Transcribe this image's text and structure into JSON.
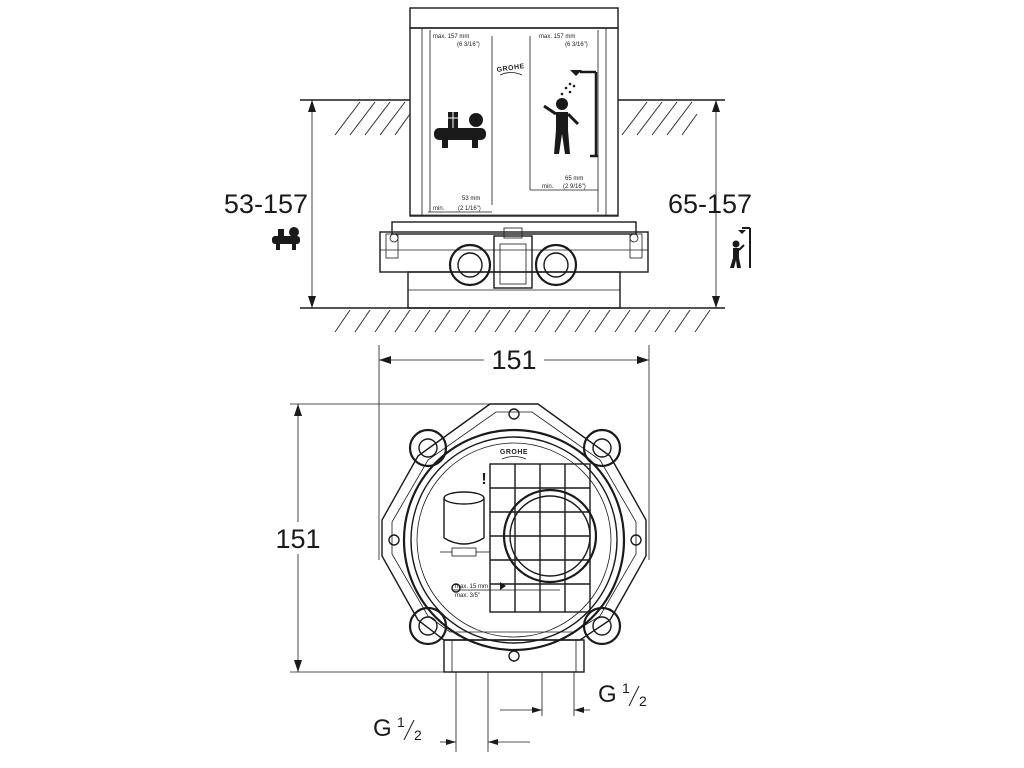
{
  "side_view": {
    "left_dimension": "53-157",
    "right_dimension": "65-157",
    "box_labels": {
      "top_left_max": "max. 157 mm",
      "top_left_max_inch": "(6 3/16\")",
      "top_right_max": "max. 157 mm",
      "top_right_max_inch": "(6 3/16\")",
      "bottom_left_min": "min.",
      "bottom_left_value": "53 mm",
      "bottom_left_inch": "(2 1/16\")",
      "bottom_right_min": "min.",
      "bottom_right_value": "65 mm",
      "bottom_right_inch": "(2 9/16\")",
      "brand": "GROHE"
    }
  },
  "top_view": {
    "width_dimension": "151",
    "height_dimension": "151",
    "brand": "GROHE",
    "max_label": "max. 15 mm",
    "max_label_inch": "max. 3/5\"",
    "warning": "!"
  },
  "connections": {
    "left": {
      "base": "G",
      "num": "1",
      "den": "2"
    },
    "right": {
      "base": "G",
      "num": "1",
      "den": "2"
    }
  }
}
